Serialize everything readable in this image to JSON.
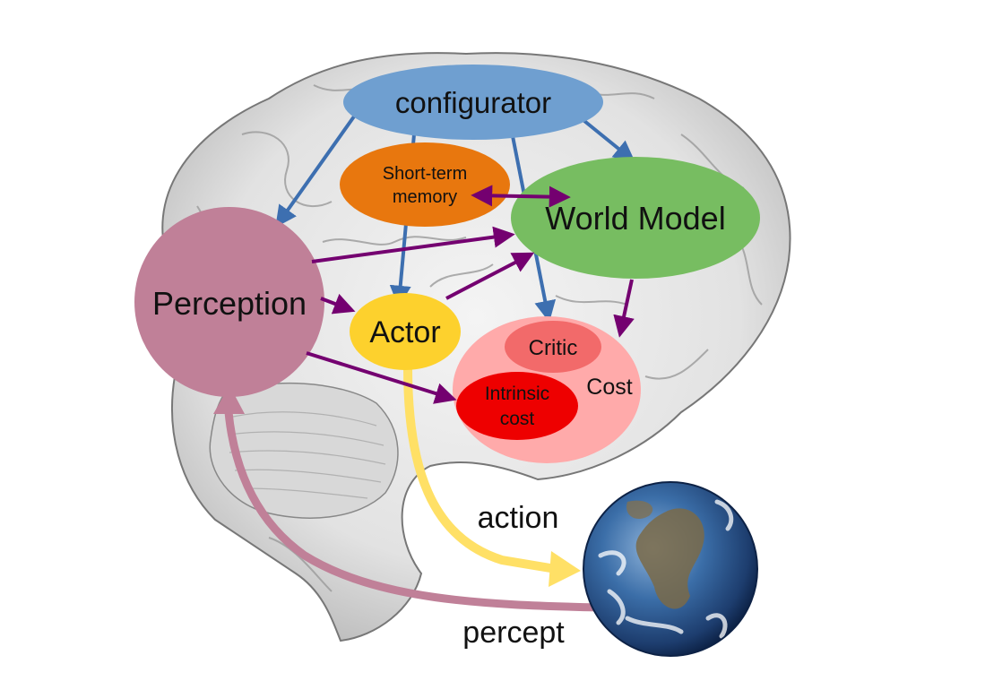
{
  "diagram": {
    "nodes": {
      "configurator": {
        "label": "configurator",
        "color": "#6f9fd0"
      },
      "short_term_memory": {
        "label_line1": "Short-term",
        "label_line2": "memory",
        "color": "#e8770e"
      },
      "world_model": {
        "label": "World Model",
        "color": "#77bd61"
      },
      "perception": {
        "label": "Perception",
        "color": "#c08098"
      },
      "actor": {
        "label": "Actor",
        "color": "#fdd12d"
      },
      "cost": {
        "label": "Cost",
        "color": "#ffaaaa"
      },
      "critic": {
        "label": "Critic",
        "color": "#f26a6a"
      },
      "intrinsic_cost": {
        "label_line1": "Intrinsic",
        "label_line2": "cost",
        "color": "#ee0000"
      },
      "environment": {
        "color": "#3b6ea8"
      }
    },
    "edge_labels": {
      "action": "action",
      "percept": "percept"
    },
    "colors": {
      "config_arrow": "#3d6fb0",
      "internal_arrow": "#740070",
      "action_arrow": "#ffe066",
      "percept_arrow": "#c08098"
    }
  }
}
